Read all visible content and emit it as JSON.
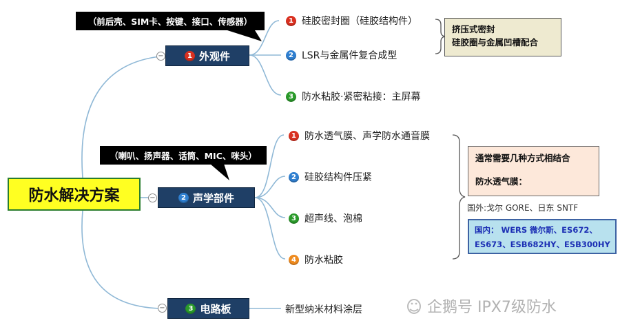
{
  "root": {
    "label": "防水解决方案"
  },
  "branches": [
    {
      "num": "1",
      "label": "外观件",
      "callout": "（前后壳、SIM卡、按键、接口、传感器）",
      "leaves": [
        {
          "num": "1",
          "text": "硅胶密封圈（硅胶结构件）"
        },
        {
          "num": "2",
          "text": "LSR与金属件复合成型"
        },
        {
          "num": "3",
          "text": "防水粘胶·紧密粘接：主屏幕"
        }
      ],
      "note": {
        "line1": "挤压式密封",
        "line2": "硅胶圈与金属凹槽配合"
      }
    },
    {
      "num": "2",
      "label": "声学部件",
      "callout": "（喇叭、扬声器、话筒、MIC、咪头）",
      "leaves": [
        {
          "num": "1",
          "text": "防水透气膜、声学防水通音膜"
        },
        {
          "num": "2",
          "text": "硅胶结构件压紧"
        },
        {
          "num": "3",
          "text": "超声线、泡棉"
        },
        {
          "num": "4",
          "text": "防水粘胶"
        }
      ],
      "note": {
        "line1": "通常需要几种方式相结合",
        "line2": "防水透气膜："
      },
      "foreign": "国外:戈尔 GORE、日东 SNTF",
      "domestic": {
        "line1": "国内： WERS 微尔斯、ES672、",
        "line2": "ES673、ESB682HY、ESB300HY"
      }
    },
    {
      "num": "3",
      "label": "电路板",
      "leaves": [
        {
          "text": "新型纳米材料涂层"
        }
      ]
    }
  ],
  "collapse_symbol": "−",
  "watermark": "企鹅号 IPX7级防水",
  "colors": {
    "root_bg": "#ffff22",
    "root_border": "#2a7d2e",
    "branch_bg": "#1f3f66",
    "line": "#8fb8d6",
    "note3_text": "#1c2fb4"
  }
}
